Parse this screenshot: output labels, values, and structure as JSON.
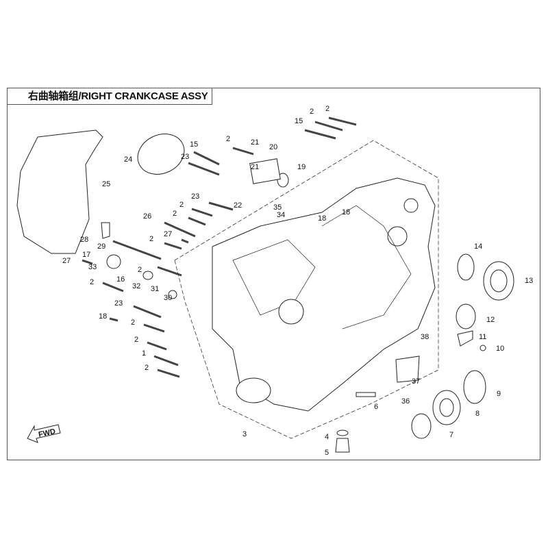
{
  "title": "右曲轴箱组/RIGHT CRANKCASE ASSY",
  "fwd_label": "FWD",
  "callouts": [
    "1",
    "2",
    "3",
    "4",
    "5",
    "6",
    "7",
    "8",
    "9",
    "10",
    "11",
    "12",
    "13",
    "14",
    "15",
    "16",
    "17",
    "18",
    "19",
    "20",
    "21",
    "22",
    "23",
    "24",
    "25",
    "26",
    "27",
    "28",
    "29",
    "30",
    "31",
    "32",
    "33",
    "34",
    "35",
    "36",
    "37",
    "38"
  ]
}
